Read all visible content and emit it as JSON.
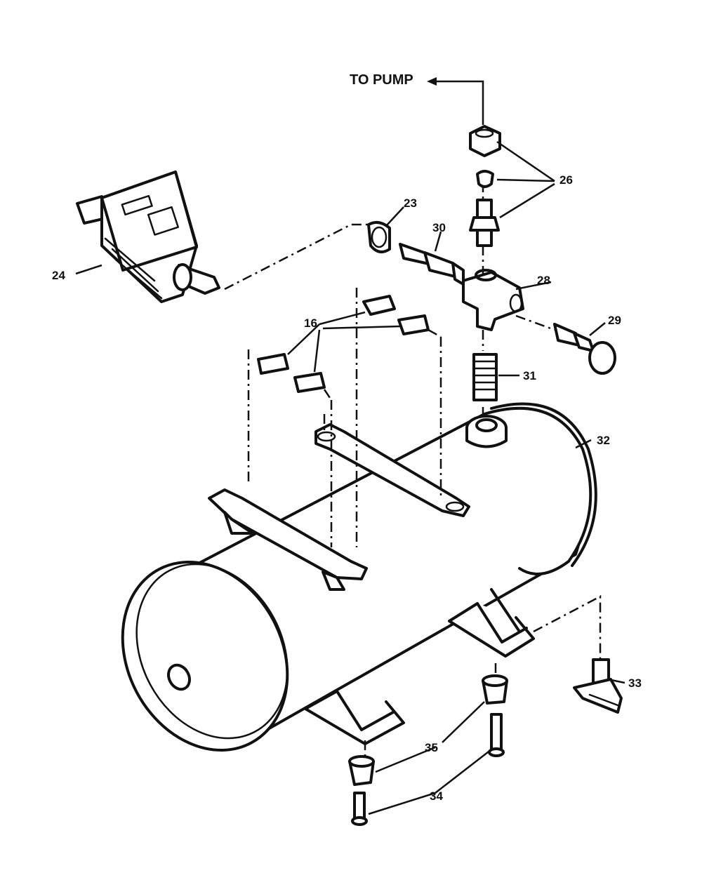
{
  "title_label": "TO PUMP",
  "callouts": [
    {
      "id": "c23",
      "text": "23"
    },
    {
      "id": "c24",
      "text": "24"
    },
    {
      "id": "c26",
      "text": "26"
    },
    {
      "id": "c28",
      "text": "28"
    },
    {
      "id": "c29",
      "text": "29"
    },
    {
      "id": "c30",
      "text": "30"
    },
    {
      "id": "c31",
      "text": "31"
    },
    {
      "id": "c32",
      "text": "32"
    },
    {
      "id": "c33",
      "text": "33"
    },
    {
      "id": "c34",
      "text": "34"
    },
    {
      "id": "c35",
      "text": "35"
    },
    {
      "id": "c16",
      "text": "16"
    }
  ],
  "colors": {
    "ink": "#111111",
    "paper": "#ffffff"
  }
}
